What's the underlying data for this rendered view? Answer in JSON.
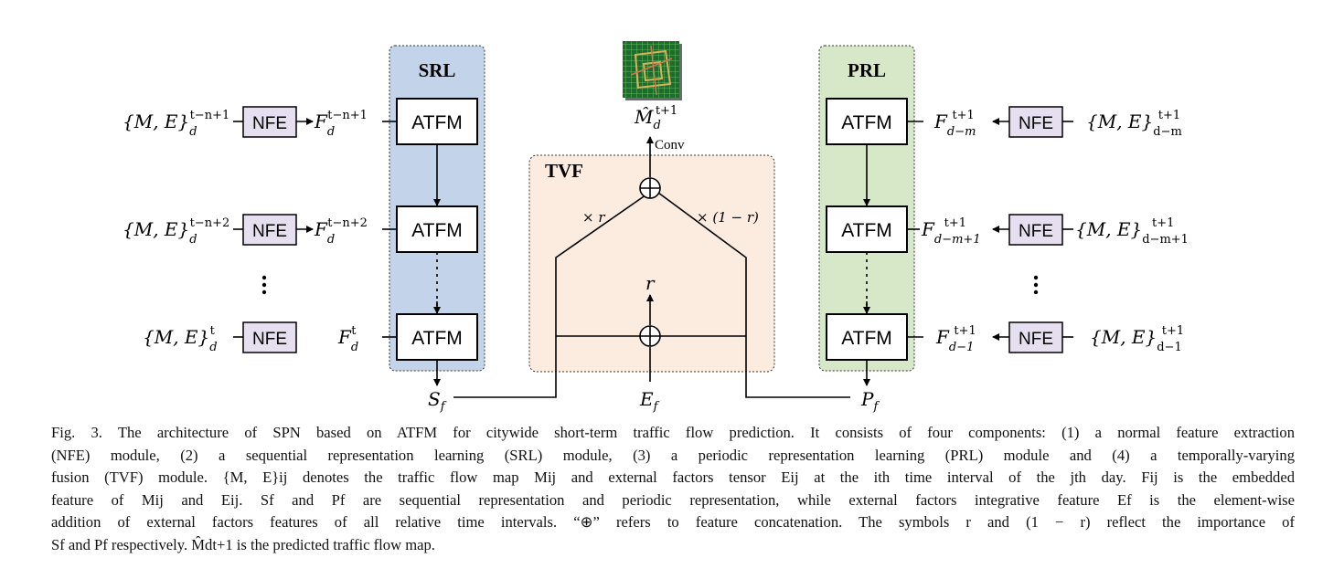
{
  "diagram": {
    "srl_title": "SRL",
    "prl_title": "PRL",
    "tvf_title": "TVF",
    "atfm_label": "ATFM",
    "nfe_label": "NFE",
    "conv_label": "Conv",
    "r_label": "r",
    "xr_label": "× r",
    "x1r_label": "× (1 − r)",
    "left_inputs": [
      {
        "sup": "t−n+1"
      },
      {
        "sup": "t−n+2"
      },
      {
        "sup": "t"
      }
    ],
    "right_inputs": [
      {
        "sub": "d−m",
        "sup": "t+1"
      },
      {
        "sub": "d−m+1",
        "sup": "t+1"
      },
      {
        "sub": "d−1",
        "sup": "t+1"
      }
    ],
    "input_base": "{M, E}",
    "feature_base": "F",
    "sub_d": "d",
    "sf_label": "S",
    "pf_label": "P",
    "ef_label": "E",
    "sub_f": "f",
    "mhat_base": "M̂",
    "mhat_sup": "t+1",
    "colors": {
      "srl_fill": "#c3d3e9",
      "prl_fill": "#d7e8c9",
      "tvf_fill": "#fcebdf",
      "nfe_fill": "#e6dfef"
    }
  },
  "caption": {
    "lines": [
      "Fig. 3.  The architecture of SPN based on ATFM for citywide short-term traffic flow prediction. It consists of four components: (1) a normal feature extraction",
      "(NFE) module, (2) a sequential representation learning (SRL) module, (3) a periodic representation learning (PRL) module and (4) a temporally-varying",
      "fusion (TVF) module. {M, E}ij denotes the traffic flow map Mij and external factors tensor Eij at the ith time interval of the jth day. Fij is the embedded",
      "feature of Mij and Eij. Sf and Pf are sequential representation and periodic representation, while external factors integrative feature Ef is the element-wise",
      "addition of external factors features of all relative time intervals. “⊕” refers to feature concatenation. The symbols r and (1 − r) reflect the importance of",
      "Sf and Pf respectively. M̂dt+1 is the predicted traffic flow map."
    ]
  }
}
